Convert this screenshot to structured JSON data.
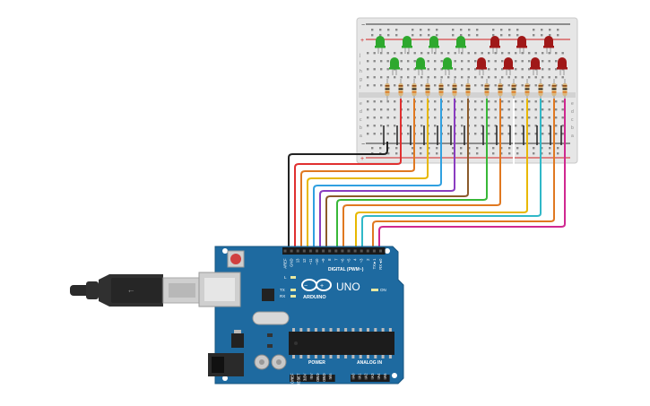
{
  "board": {
    "brand": "ARDUINO",
    "model": "UNO",
    "on_label": "ON",
    "l_label": "L",
    "tx_label": "TX",
    "rx_label": "RX",
    "digital_label": "DIGITAL (PWM~)",
    "power_label": "POWER",
    "analog_label": "ANALOG IN",
    "top_pins": [
      "AREF",
      "GND",
      "13",
      "12",
      "~11",
      "~10",
      "~9",
      "8",
      "7",
      "~6",
      "~5",
      "4",
      "~3",
      "2",
      "TX►1",
      "RX◄0"
    ],
    "power_pins": [
      "IOREF",
      "RESET",
      "3.3V",
      "5V",
      "GND",
      "GND",
      "Vin"
    ],
    "analog_pins": [
      "A0",
      "A1",
      "A2",
      "A3",
      "A4",
      "A5"
    ]
  },
  "breadboard": {
    "row_letters_top": [
      "j",
      "i",
      "h",
      "g",
      "f"
    ],
    "row_letters_bottom": [
      "e",
      "d",
      "c",
      "b",
      "a"
    ],
    "minus_label": "−",
    "plus_label": "+"
  },
  "leds": {
    "colors": [
      "green",
      "green",
      "green",
      "green",
      "green",
      "green",
      "green",
      "red",
      "red",
      "red",
      "red",
      "red",
      "red",
      "red"
    ],
    "green_hex": "#2ea82e",
    "red_hex": "#a01818"
  },
  "wires": {
    "colors": [
      "#e03030",
      "#e07820",
      "#e8b800",
      "#30a0e0",
      "#8a3cc0",
      "#8b5a2b",
      "#38b838",
      "#e07820",
      "#e8b800",
      "#30b8c8",
      "#d02890"
    ]
  },
  "colors": {
    "board_blue": "#1e6aa0",
    "breadboard": "#e4e4e4",
    "usb_cable": "#2a2a2a"
  }
}
